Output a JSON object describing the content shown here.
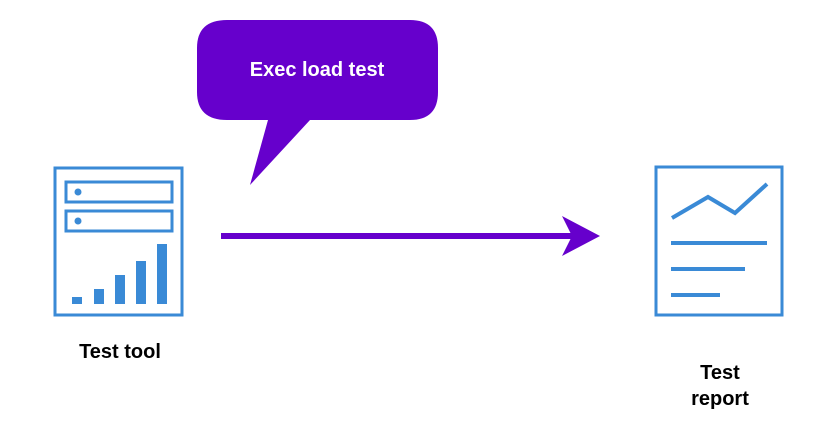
{
  "colors": {
    "bubble": "#6600cc",
    "arrow": "#6600cc",
    "icon_stroke": "#3a8ad6",
    "text": "#000000",
    "bubble_text": "#ffffff"
  },
  "bubble": {
    "text": "Exec load test"
  },
  "nodes": {
    "tool": {
      "icon": "server-bar-chart-icon",
      "label": "Test tool"
    },
    "report": {
      "icon": "line-chart-report-icon",
      "label": "Test\nreport"
    }
  },
  "edge": {
    "from": "tool",
    "to": "report",
    "icon": "arrow-right-icon"
  }
}
